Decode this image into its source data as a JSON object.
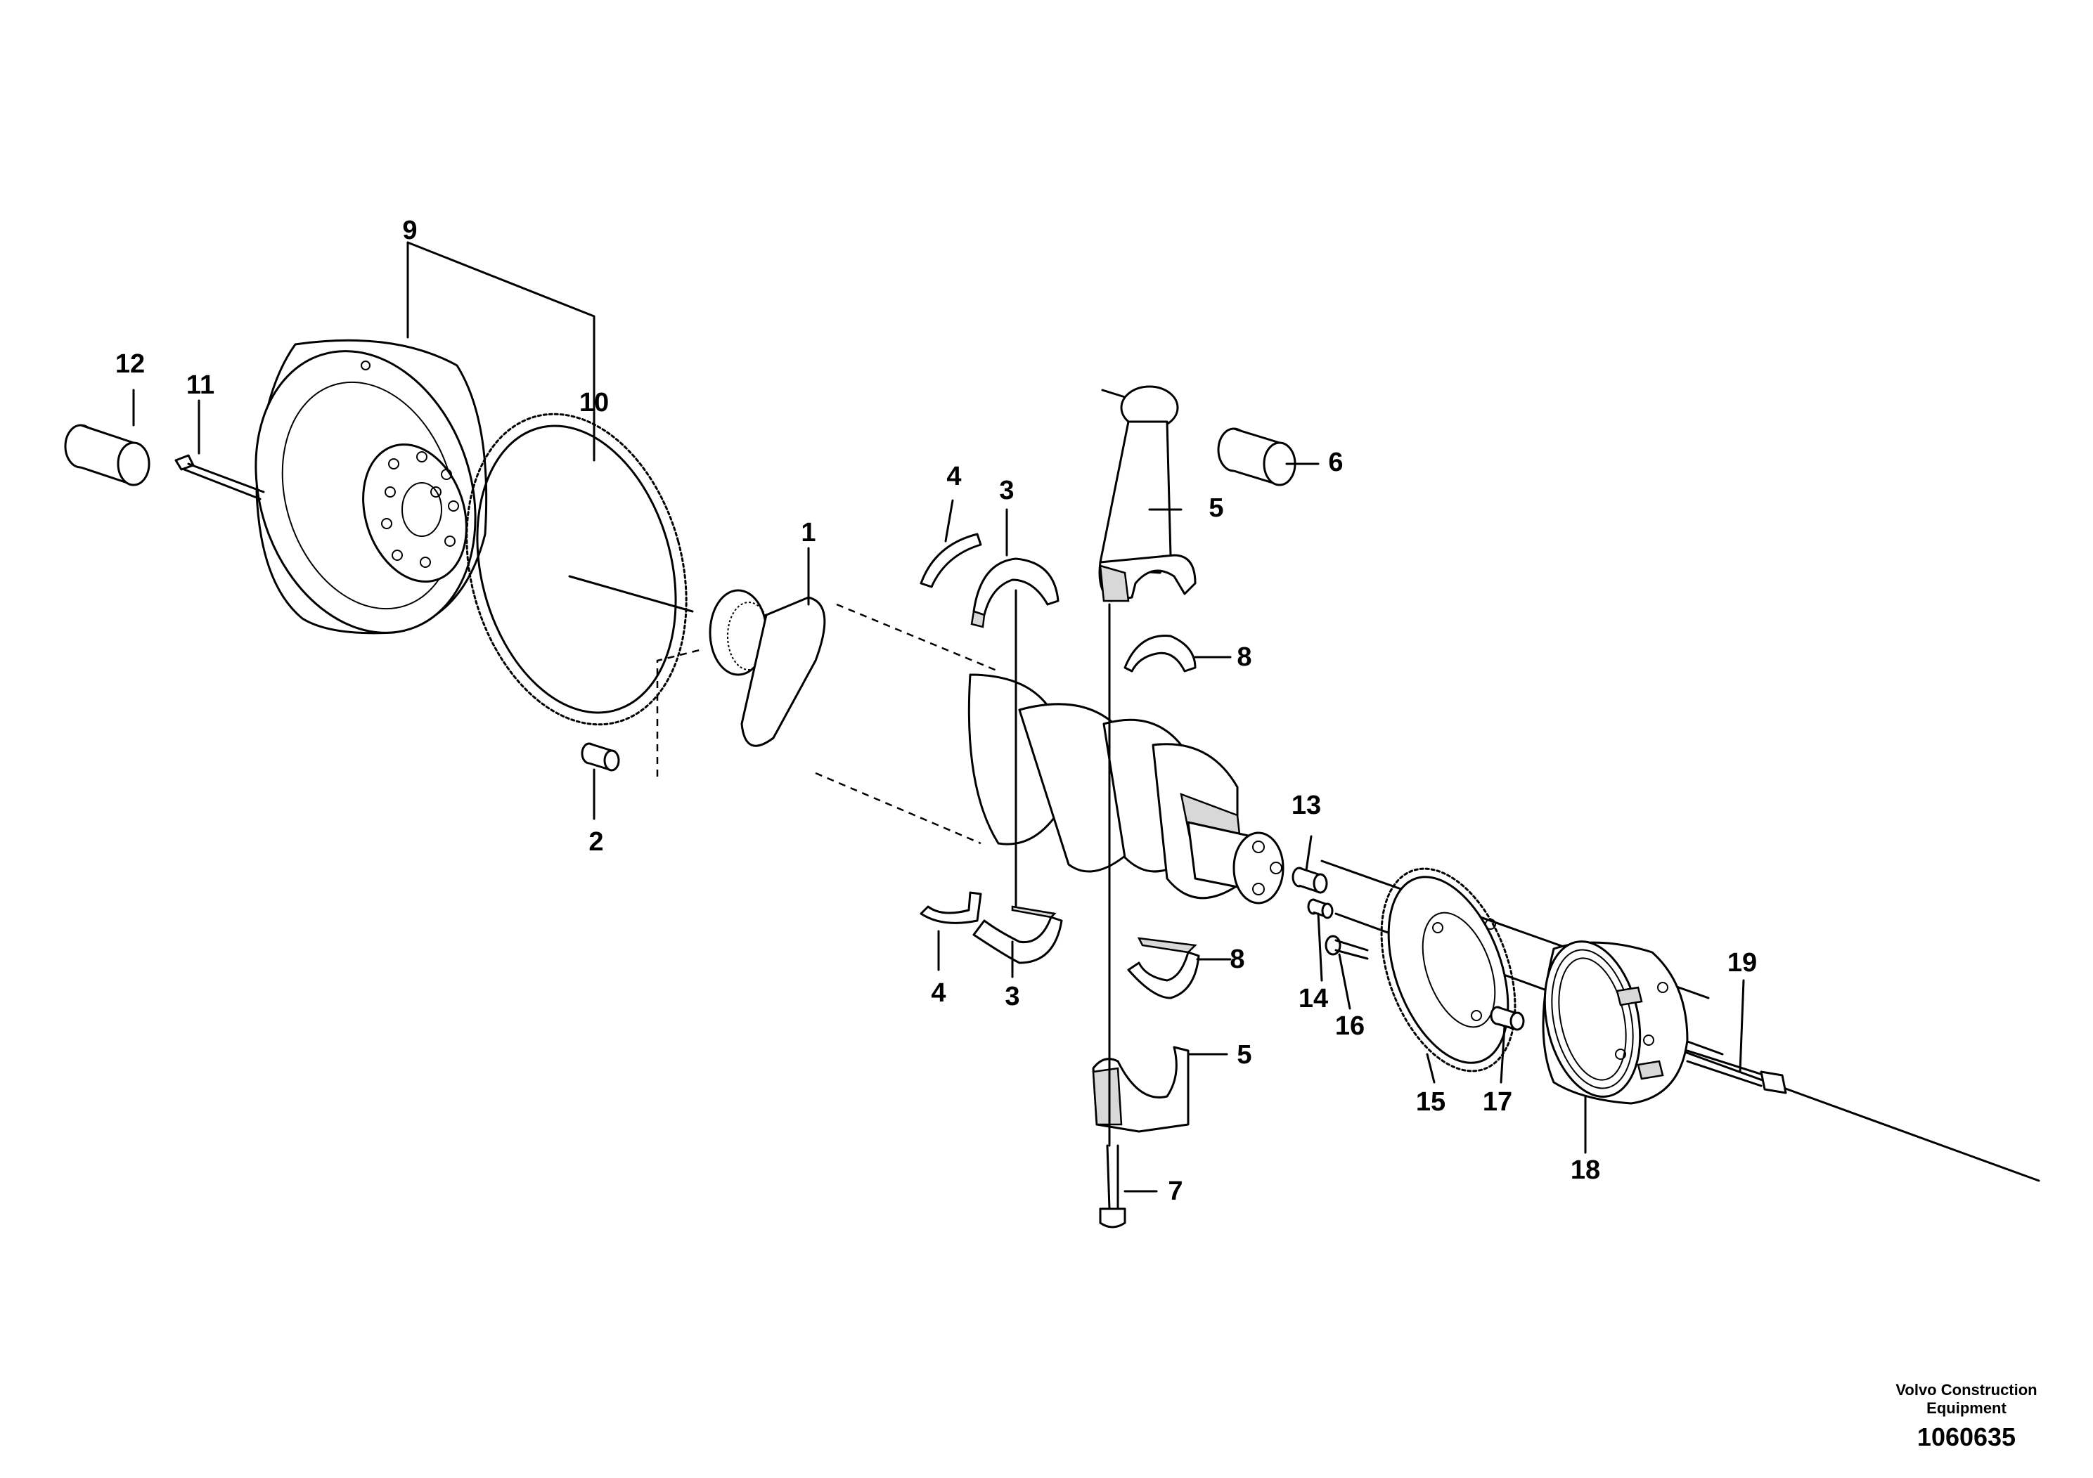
{
  "diagram": {
    "callouts": {
      "c1": "1",
      "c2": "2",
      "c3a": "3",
      "c3b": "3",
      "c4a": "4",
      "c4b": "4",
      "c5a": "5",
      "c5b": "5",
      "c6": "6",
      "c7": "7",
      "c8a": "8",
      "c8b": "8",
      "c9": "9",
      "c10": "10",
      "c11": "11",
      "c12": "12",
      "c13": "13",
      "c14": "14",
      "c15": "15",
      "c16": "16",
      "c17": "17",
      "c18": "18",
      "c19": "19"
    }
  },
  "footer": {
    "brand_line1": "Volvo Construction",
    "brand_line2": "Equipment",
    "drawing_number": "1060635"
  }
}
